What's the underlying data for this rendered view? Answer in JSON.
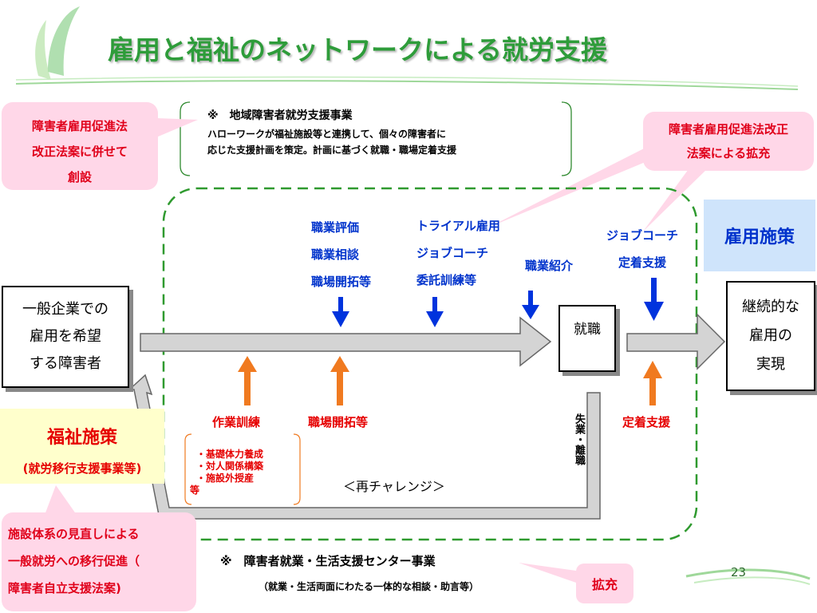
{
  "title": "雇用と福祉のネットワークによる就労支援",
  "left_callout": {
    "lines": [
      "障害者雇用促進法",
      "改正法案に併せて",
      "創設"
    ]
  },
  "top_note": {
    "heading": "※　地域障害者就労支援事業",
    "lines": [
      "ハローワークが福祉施設等と連携して、個々の障害者に",
      "応じた支援計画を策定。計画に基づく就職・職場定着支援"
    ]
  },
  "right_callout": {
    "lines": [
      "障害者雇用促進法改正",
      "法案による拡充"
    ]
  },
  "employment_policy": "雇用施策",
  "welfare_policy": {
    "title": "福祉施策",
    "sub": "(就労移行支援事業等)"
  },
  "bottom_left_callout": {
    "lines": [
      "施設体系の見直しによる",
      "一般就労への移行促進（",
      "障害者自立支援法案)"
    ]
  },
  "start_box": {
    "lines": [
      "一般企業での",
      "雇用を希望",
      "する障害者"
    ]
  },
  "job_box": "就職",
  "end_box": {
    "lines": [
      "継続的な",
      "雇用の",
      "実現"
    ]
  },
  "blue_labels": {
    "col1": [
      "職業評価",
      "職業相談",
      "職場開拓等"
    ],
    "col2": [
      "トライアル雇用",
      "ジョブコーチ",
      "委託訓練等"
    ],
    "col3": "職業紹介",
    "col4": [
      "ジョブコーチ",
      "定着支援"
    ]
  },
  "orange_labels": {
    "training": "作業訓練",
    "job_dev": "職場開拓等",
    "retention": "定着支援"
  },
  "training_details": [
    "・基礎体力養成",
    "・対人関係構築",
    "・施設外授産",
    "等"
  ],
  "lost_job_vertical": "失業・離職",
  "rechallenge": "＜再チャレンジ＞",
  "bottom_note": {
    "heading": "※　障害者就業・生活支援センター事業",
    "sub": "（就業・生活両面にわたる一体的な相談・助言等）"
  },
  "expansion_label": "拡充",
  "page_number": "23",
  "colors": {
    "title_green": "#2e9c3a",
    "callout_pink": "#ffd7e8",
    "callout_text": "#e0001a",
    "arrow_blue": "#0033dd",
    "arrow_orange": "#f07a20",
    "dash_green": "#2f9a2f",
    "employment_bg": "#cfe4fb",
    "welfare_bg": "#ffffcc"
  }
}
